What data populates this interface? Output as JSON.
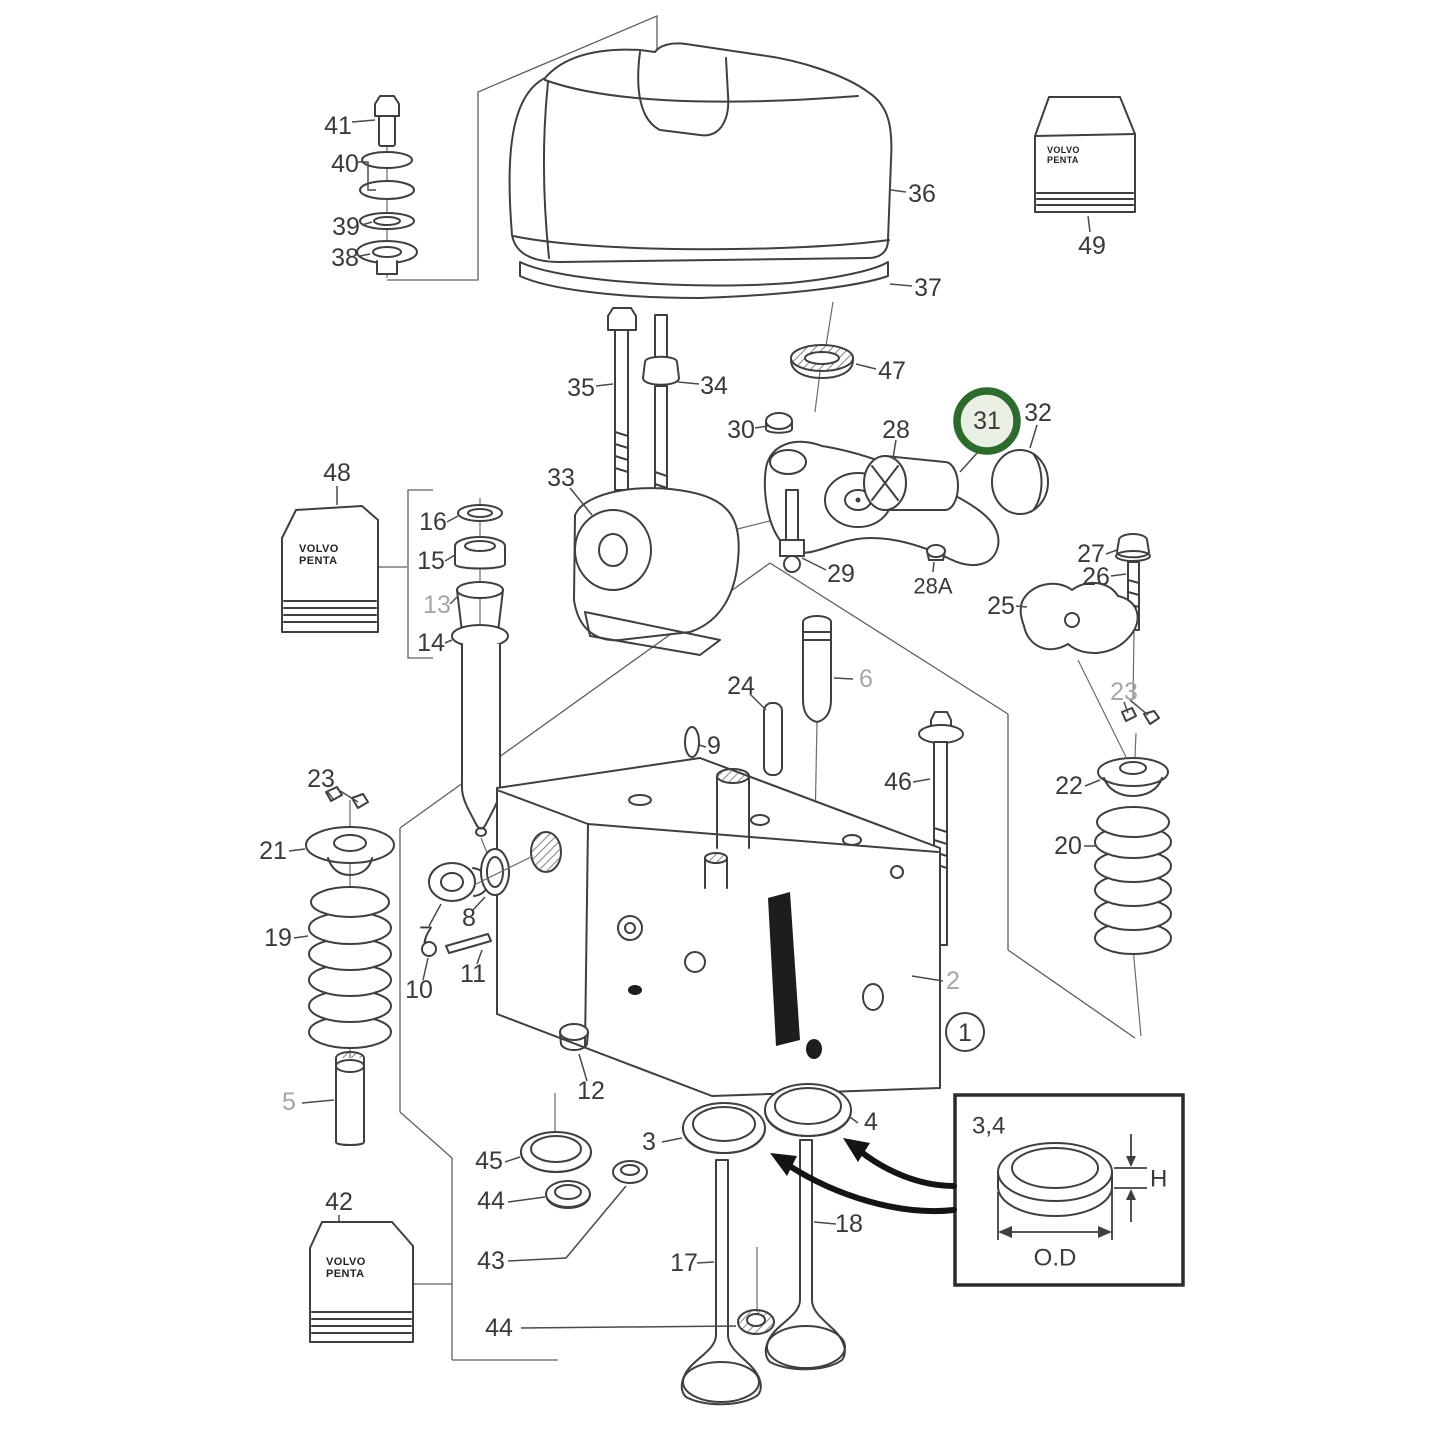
{
  "diagram": {
    "type": "exploded-parts-diagram",
    "subject": "marine engine cylinder head assembly",
    "highlighted_part": "31"
  },
  "colors": {
    "ink": "#3f3f3f",
    "label": "#3a3a3a",
    "label_muted": "#a6a6a6",
    "highlight_ring": "#2c6b2c",
    "highlight_fill": "#e9efe3",
    "thick_arrow": "#141414",
    "background": "#ffffff"
  },
  "brand": {
    "volvo": "VOLVO",
    "penta": "PENTA"
  },
  "inset": {
    "caption": "3,4",
    "height_label": "H",
    "diameter_label": "O.D"
  },
  "labels": {
    "l1": "1",
    "l2": "2",
    "l3": "3",
    "l4": "4",
    "l5": "5",
    "l6": "6",
    "l7": "7",
    "l8": "8",
    "l9": "9",
    "l10": "10",
    "l11": "11",
    "l12": "12",
    "l13": "13",
    "l14": "14",
    "l15": "15",
    "l16": "16",
    "l17": "17",
    "l18": "18",
    "l19": "19",
    "l20": "20",
    "l21": "21",
    "l22": "22",
    "l23a": "23",
    "l23b": "23",
    "l24": "24",
    "l25": "25",
    "l26": "26",
    "l27": "27",
    "l28": "28",
    "l28a": "28A",
    "l29": "29",
    "l30": "30",
    "l31": "31",
    "l32": "32",
    "l33": "33",
    "l34": "34",
    "l35": "35",
    "l36": "36",
    "l37": "37",
    "l38": "38",
    "l39": "39",
    "l40": "40",
    "l41": "41",
    "l42": "42",
    "l43": "43",
    "l44a": "44",
    "l44b": "44",
    "l45": "45",
    "l46": "46",
    "l47": "47",
    "l48": "48",
    "l49": "49"
  }
}
